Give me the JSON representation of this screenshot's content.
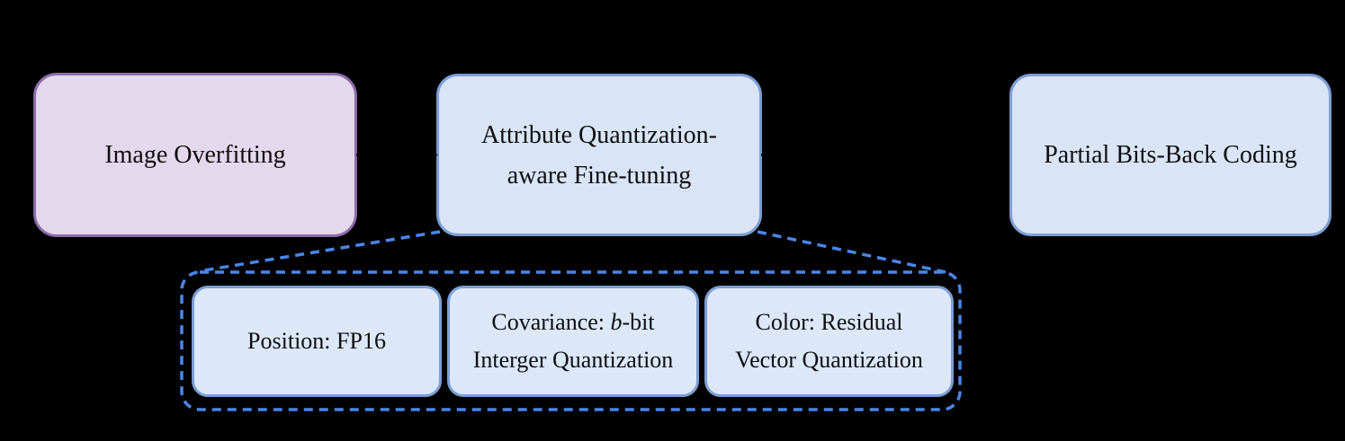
{
  "colors": {
    "background": "#000000",
    "purple_box_fill": "#e4d8ec",
    "purple_box_border": "#8c6cab",
    "blue_box_fill": "#d9e4f6",
    "blue_box_border": "#7d9ed3",
    "subbox_fill": "#dce7fa",
    "dash_blue": "#4a86e8",
    "arrow_black": "#000000",
    "text": "#0e0e0e"
  },
  "diagram": {
    "stage1": {
      "label": "Image Overfitting"
    },
    "stage2": {
      "line1": "Attribute Quantization-",
      "line2": "aware Fine-tuning"
    },
    "stage3": {
      "label": "Partial Bits-Back Coding"
    },
    "detail_position": {
      "label": "Position: FP16"
    },
    "detail_covariance": {
      "line1_prefix": "Covariance: ",
      "line1_italic": "b",
      "line1_suffix": "-bit",
      "line2": "Interger Quantization"
    },
    "detail_color": {
      "line1": "Color: Residual",
      "line2": "Vector Quantization"
    }
  }
}
